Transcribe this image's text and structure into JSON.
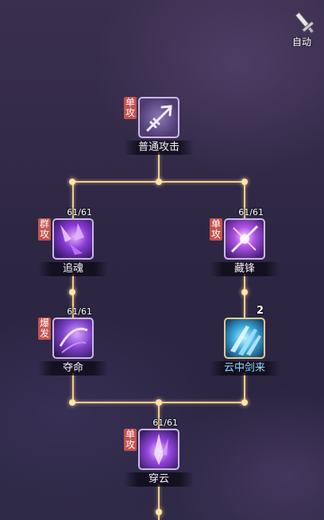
{
  "auto_button": {
    "label": "自动",
    "icon": "sword-icon"
  },
  "nodes": {
    "root": {
      "tag": "单\n攻",
      "name": "普通攻击",
      "count": ""
    },
    "left1": {
      "tag": "群\n攻",
      "name": "追魂",
      "count": "61/61"
    },
    "right1": {
      "tag": "单\n攻",
      "name": "藏锋",
      "count": "61/61"
    },
    "left2": {
      "tag": "爆\n发",
      "name": "夺命",
      "count": "61/61"
    },
    "right2": {
      "tag": "",
      "name": "云中剑来",
      "count": "2"
    },
    "bottom": {
      "tag": "单\n攻",
      "name": "穿云",
      "count": "61/61"
    }
  },
  "colors": {
    "line": "#f0cf8c",
    "tag_bg": "#c5524f",
    "highlight_label": "#8fd8ff"
  }
}
